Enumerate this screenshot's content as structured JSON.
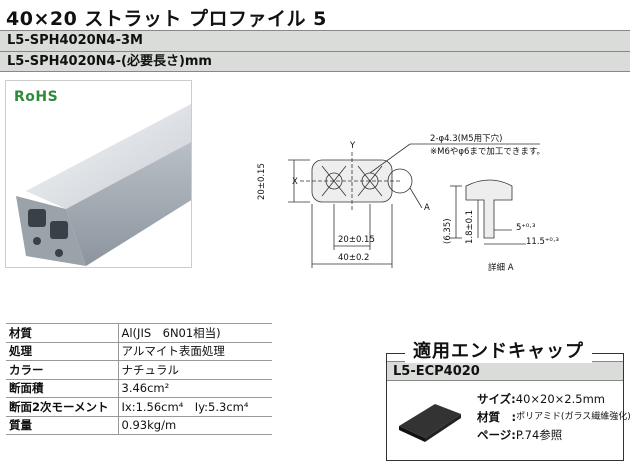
{
  "title": "40×20 ストラット プロファイル 5",
  "part_numbers": [
    "L5-SPH4020N4-3M",
    "L5-SPH4020N4-(必要長さ)mm"
  ],
  "photo": {
    "rohs_label": "RoHS"
  },
  "drawing": {
    "hole_note_1": "2-φ4.3(M5用下穴)",
    "hole_note_2": "※M6やφ6まで加工できます。",
    "axis_y": "Y",
    "axis_x": "X",
    "dim_height": "20±0.15",
    "dim_pitch": "20±0.15",
    "dim_width": "40±0.2",
    "detail_marker": "A",
    "dim_6_35": "(6.35)",
    "dim_1_8": "1.8±0.1",
    "dim_5": "5⁺⁰·³",
    "dim_11_5": "11.5⁺⁰·³",
    "detail_label": "詳細 A"
  },
  "spec": [
    {
      "key": "材質",
      "value": "Al(JIS　6N01相当)"
    },
    {
      "key": "処理",
      "value": "アルマイト表面処理"
    },
    {
      "key": "カラー",
      "value": "ナチュラル"
    },
    {
      "key": "断面積",
      "value": "3.46cm²"
    },
    {
      "key": "断面2次モーメント",
      "value": "Ix:1.56cm⁴　Iy:5.3cm⁴"
    },
    {
      "key": "質量",
      "value": "0.93kg/m"
    }
  ],
  "endcap": {
    "title": "適用エンドキャップ",
    "part_number": "L5-ECP4020",
    "size_label": "サイズ:",
    "size_value": "40×20×2.5mm",
    "material_label": "材質　:",
    "material_value": "ポリアミド(ガラス繊維強化)",
    "page_label": "ページ:",
    "page_value": "P.74参照"
  }
}
